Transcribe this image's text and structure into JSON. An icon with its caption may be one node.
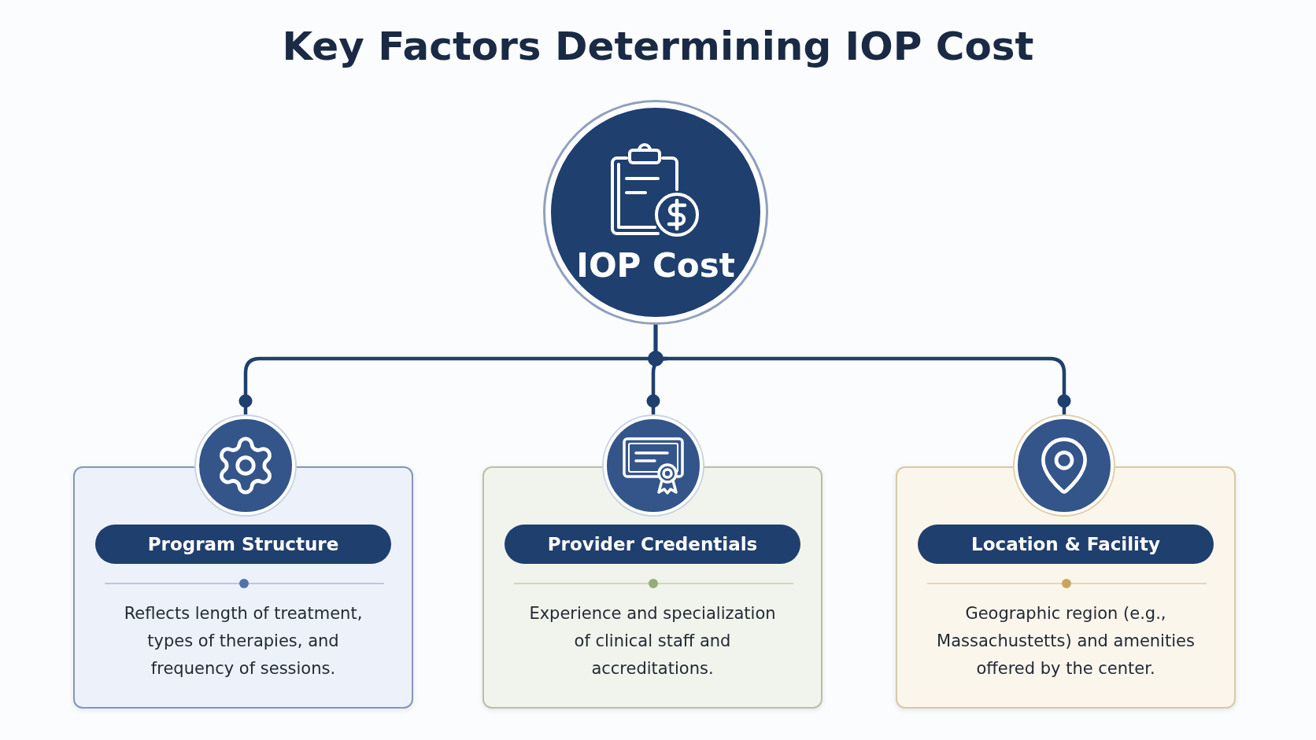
{
  "diagram": {
    "title": "Key Factors Determining IOP Cost",
    "nodes": [
      {
        "text": [
          "IOP Cost"
        ]
      },
      {
        "text": [],
        "shape": "circle"
      },
      {
        "text": [],
        "shape": "circle"
      },
      {
        "text": [],
        "shape": "circle"
      },
      {
        "text": [
          "Program Structure",
          "Reflects length of treatment, types of therapies, and frequency of sessions."
        ]
      },
      {
        "text": [
          "Provider Credentials",
          "Experience and specialization of clinical staff and accreditations."
        ]
      },
      {
        "text": [
          "Location & Facility",
          "Geographic region (e.g., Massachustetts) and amenities offered by the center."
        ]
      }
    ],
    "edges": [
      {
        "from": 0,
        "to": 1,
        "arrow": "other"
      },
      {
        "from": 0,
        "to": 2,
        "arrow": "other"
      },
      {
        "from": 0,
        "to": 3,
        "arrow": "other"
      }
    ]
  }
}
